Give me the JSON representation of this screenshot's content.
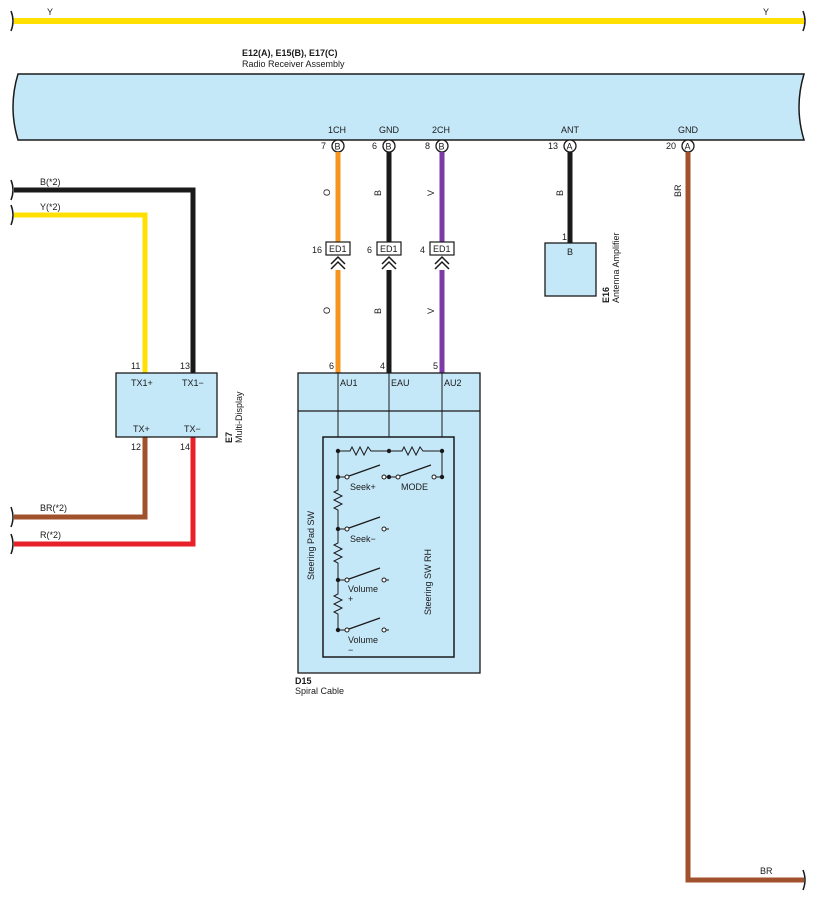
{
  "colors": {
    "component_fill": "#c5e8f9",
    "wire_yellow": "#ffe000",
    "wire_black": "#1a1a1a",
    "wire_orange": "#f7941d",
    "wire_violet": "#7b3aa6",
    "wire_brown": "#a0522d",
    "wire_red": "#e8202a"
  },
  "top_wire": {
    "label_left": "Y",
    "label_right": "Y"
  },
  "radio": {
    "connectors": "E12(A), E15(B), E17(C)",
    "name": "Radio Receiver Assembly",
    "pins": [
      {
        "label": "1CH",
        "num": "7",
        "conn": "B"
      },
      {
        "label": "GND",
        "num": "6",
        "conn": "B"
      },
      {
        "label": "2CH",
        "num": "8",
        "conn": "B"
      },
      {
        "label": "ANT",
        "num": "13",
        "conn": "A"
      },
      {
        "label": "GND",
        "num": "20",
        "conn": "A"
      }
    ]
  },
  "wire_colors": {
    "ch1_upper": "O",
    "gnd_upper": "B",
    "ch2_upper": "V",
    "ch1_lower": "O",
    "gnd_lower": "B",
    "ch2_lower": "V",
    "ant": "B",
    "gnd20": "BR",
    "bottom_right": "BR"
  },
  "junction": {
    "name": "ED1",
    "pins": [
      "16",
      "6",
      "4"
    ]
  },
  "antenna": {
    "pin": "1",
    "terminal": "B",
    "code": "E16",
    "name": "Antenna Amplifier"
  },
  "multi_display": {
    "code": "E7",
    "name": "Multi-Display",
    "pin_tx1p": "11",
    "pin_tx1m": "13",
    "pin_txp": "12",
    "pin_txm": "14",
    "lbl_tx1p": "TX1+",
    "lbl_tx1m": "TX1−",
    "lbl_txp": "TX+",
    "lbl_txm": "TX−"
  },
  "left_wires": {
    "b2": "B(*2)",
    "y2": "Y(*2)",
    "br2": "BR(*2)",
    "r2": "R(*2)"
  },
  "spiral": {
    "code": "D15",
    "name": "Spiral Cable",
    "pin_au1": "6",
    "pin_eau": "4",
    "pin_au2": "5",
    "lbl_au1": "AU1",
    "lbl_eau": "EAU",
    "lbl_au2": "AU2",
    "pad_sw": "Steering Pad SW",
    "sw_rh": "Steering SW RH",
    "seek_plus": "Seek+",
    "mode": "MODE",
    "seek_minus": "Seek−",
    "vol_plus_a": "Volume",
    "vol_plus_b": "+",
    "vol_minus_a": "Volume",
    "vol_minus_b": "−"
  }
}
